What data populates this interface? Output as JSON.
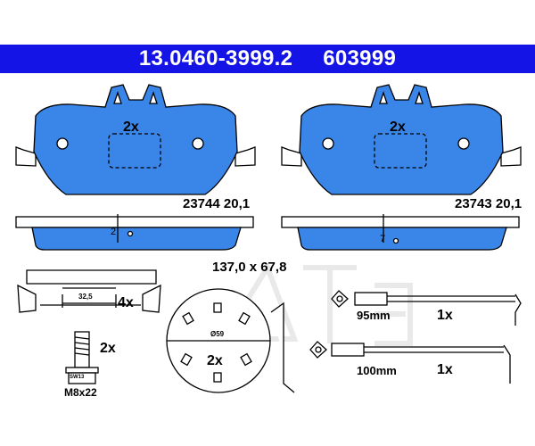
{
  "header": {
    "part_number": "13.0460-3999.2",
    "alt_number": "603999"
  },
  "colors": {
    "header_bg": "#1414e6",
    "pad_fill": "#3a86e8",
    "line": "#000000"
  },
  "pads": [
    {
      "qty": "2x",
      "code": "23744 20,1",
      "wear_dim": "2"
    },
    {
      "qty": "2x",
      "code": "23743 20,1",
      "wear_dim": "7"
    }
  ],
  "pad_size": "137,0 x 67,8",
  "clip": {
    "dim": "32,5",
    "qty": "4x"
  },
  "bolt": {
    "qty": "2x",
    "size": "M8x22",
    "head_mark": "SW13"
  },
  "shim": {
    "diameter": "Ø59",
    "qty": "2x"
  },
  "sensors": [
    {
      "length": "95mm",
      "qty": "1x"
    },
    {
      "length": "100mm",
      "qty": "1x"
    }
  ],
  "watermark": "Ate"
}
